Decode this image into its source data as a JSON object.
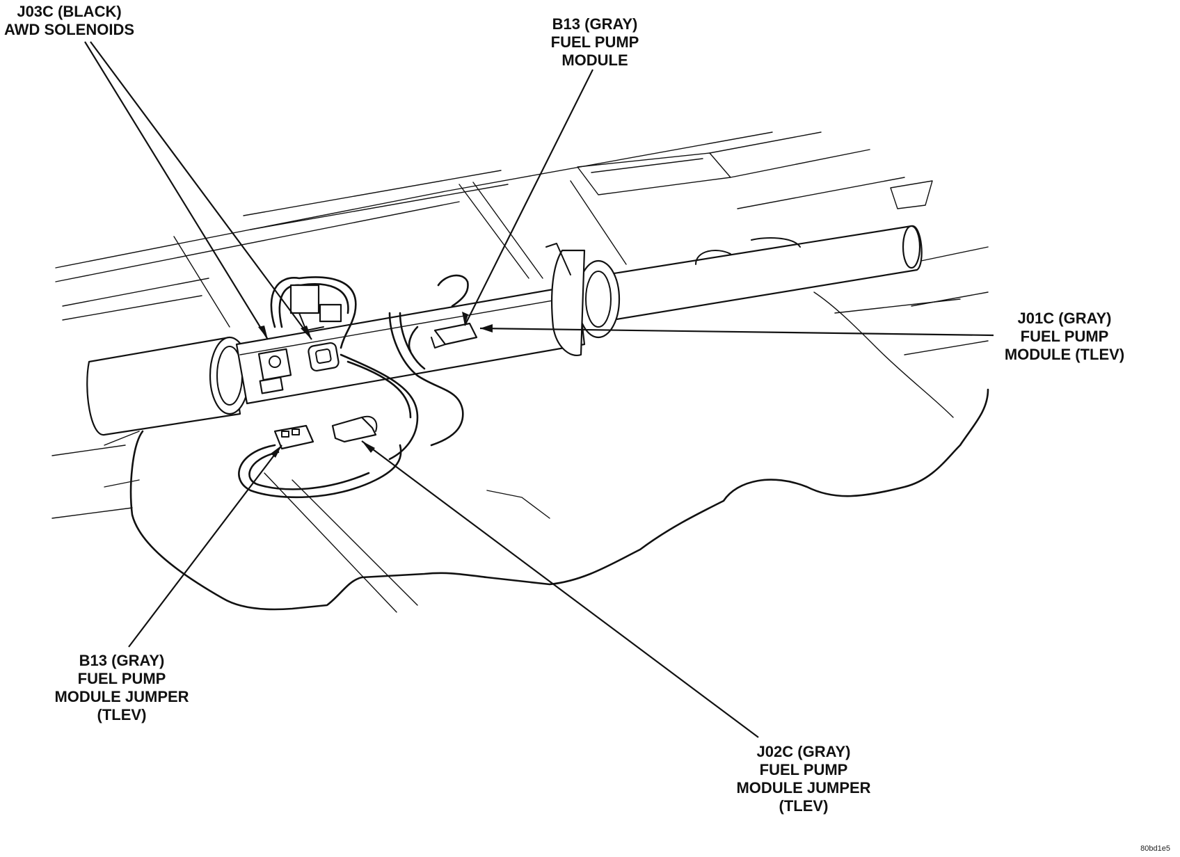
{
  "callouts": {
    "j03c": {
      "line1": "J03C (BLACK)",
      "line2": "AWD SOLENOIDS"
    },
    "b13_module": {
      "line1": "B13 (GRAY)",
      "line2": "FUEL PUMP",
      "line3": "MODULE"
    },
    "j01c": {
      "line1": "J01C (GRAY)",
      "line2": "FUEL PUMP",
      "line3": "MODULE (TLEV)"
    },
    "b13_jumper": {
      "line1": "B13 (GRAY)",
      "line2": "FUEL PUMP",
      "line3": "MODULE JUMPER",
      "line4": "(TLEV)"
    },
    "j02c": {
      "line1": "J02C (GRAY)",
      "line2": "FUEL PUMP",
      "line3": "MODULE JUMPER",
      "line4": "(TLEV)"
    }
  },
  "figure_code": "80bd1e5"
}
